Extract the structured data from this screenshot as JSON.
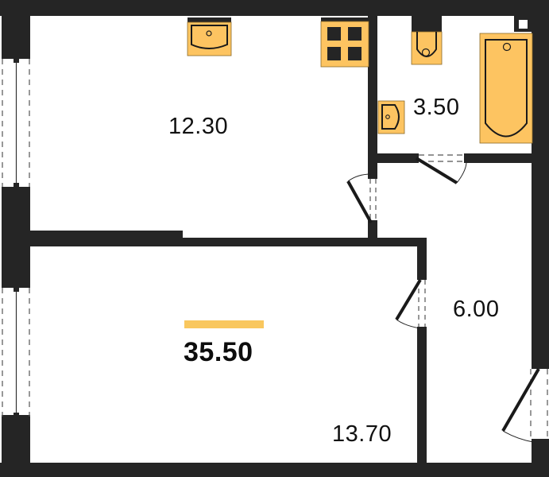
{
  "plan": {
    "total_area": "35.50",
    "rooms": [
      {
        "id": "kitchen",
        "area": "12.30"
      },
      {
        "id": "bathroom",
        "area": "3.50"
      },
      {
        "id": "hallway",
        "area": "6.00"
      },
      {
        "id": "living-room",
        "area": "13.70"
      }
    ],
    "fixtures": [
      "kitchen-sink",
      "cooktop",
      "toilet",
      "bathroom-sink",
      "bathtub",
      "ventilation-shaft"
    ],
    "windows": [
      "window-kitchen",
      "window-living-room"
    ],
    "doors": [
      "door-kitchen",
      "door-bathroom",
      "door-living-room",
      "door-entrance"
    ]
  },
  "colors": {
    "wall": "#252525",
    "fixture_fill": "#FDC461",
    "accent_bar": "#F9C75E",
    "text": "#111111",
    "background": "#FFFFFF"
  }
}
